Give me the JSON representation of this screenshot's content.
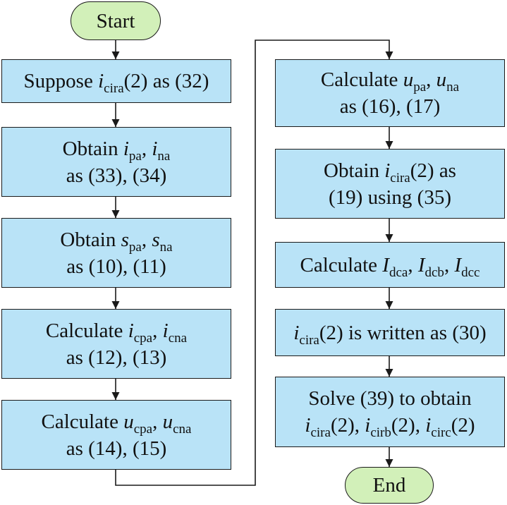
{
  "terminals": {
    "start": "Start",
    "end": "End"
  },
  "left_column": [
    {
      "lines": [
        [
          {
            "t": "Suppose "
          },
          {
            "v": "i",
            "s": "cira"
          },
          {
            "t": "(2) as (32)"
          }
        ]
      ]
    },
    {
      "lines": [
        [
          {
            "t": "Obtain "
          },
          {
            "v": "i",
            "s": "pa"
          },
          {
            "t": ", "
          },
          {
            "v": "i",
            "s": "na"
          }
        ],
        [
          {
            "t": "as (33), (34)"
          }
        ]
      ]
    },
    {
      "lines": [
        [
          {
            "t": "Obtain "
          },
          {
            "v": "s",
            "s": "pa"
          },
          {
            "t": ", "
          },
          {
            "v": "s",
            "s": "na"
          }
        ],
        [
          {
            "t": "as (10), (11)"
          }
        ]
      ]
    },
    {
      "lines": [
        [
          {
            "t": "Calculate "
          },
          {
            "v": "i",
            "s": "cpa"
          },
          {
            "t": ", "
          },
          {
            "v": "i",
            "s": "cna"
          }
        ],
        [
          {
            "t": "as (12), (13)"
          }
        ]
      ]
    },
    {
      "lines": [
        [
          {
            "t": "Calculate "
          },
          {
            "v": "u",
            "s": "cpa"
          },
          {
            "t": ", "
          },
          {
            "v": "u",
            "s": "cna"
          }
        ],
        [
          {
            "t": "as (14), (15)"
          }
        ]
      ]
    }
  ],
  "right_column": [
    {
      "lines": [
        [
          {
            "t": "Calculate "
          },
          {
            "v": "u",
            "s": "pa"
          },
          {
            "t": ", "
          },
          {
            "v": "u",
            "s": "na"
          }
        ],
        [
          {
            "t": "as (16), (17)"
          }
        ]
      ]
    },
    {
      "lines": [
        [
          {
            "t": "Obtain "
          },
          {
            "v": "i",
            "s": "cira"
          },
          {
            "t": "(2) as"
          }
        ],
        [
          {
            "t": "(19) using (35)"
          }
        ]
      ]
    },
    {
      "lines": [
        [
          {
            "t": "Calculate "
          },
          {
            "v": "I",
            "s": "dca"
          },
          {
            "t": ", "
          },
          {
            "v": "I",
            "s": "dcb"
          },
          {
            "t": ", "
          },
          {
            "v": "I",
            "s": "dcc"
          }
        ]
      ]
    },
    {
      "lines": [
        [
          {
            "v": "i",
            "s": "cira"
          },
          {
            "t": "(2) is written as (30)"
          }
        ]
      ]
    },
    {
      "lines": [
        [
          {
            "t": "Solve (39) to obtain"
          }
        ],
        [
          {
            "v": "i",
            "s": "cira"
          },
          {
            "t": "(2), "
          },
          {
            "v": "i",
            "s": "cirb"
          },
          {
            "t": "(2), "
          },
          {
            "v": "i",
            "s": "circ"
          },
          {
            "t": "(2)"
          }
        ]
      ]
    }
  ],
  "colors": {
    "box_fill": "#b9e3f7",
    "terminal_fill": "#d2f0b9",
    "stroke": "#1a1a1a"
  }
}
